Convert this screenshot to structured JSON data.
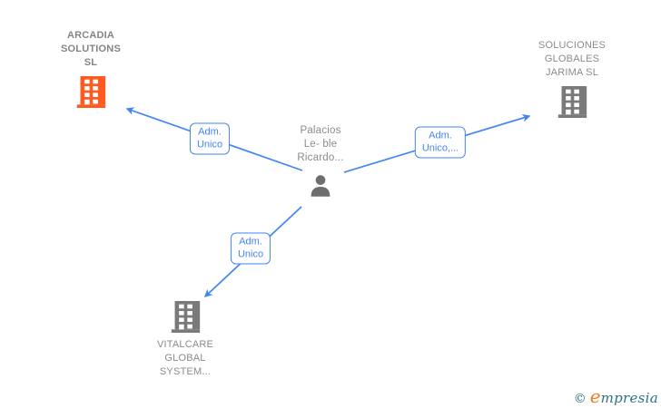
{
  "diagram": {
    "person": {
      "name": "Palacios\nLe- ble\nRicardo..."
    },
    "companies": [
      {
        "id": "arcadia",
        "name": "ARCADIA\nSOLUTIONS\nSL",
        "icon_color": "#ff5a1f"
      },
      {
        "id": "soluciones",
        "name": "SOLUCIONES\nGLOBALES\nJARIMA SL",
        "icon_color": "#7a7a7a"
      },
      {
        "id": "vitalcare",
        "name": "VITALCARE\nGLOBAL\nSYSTEM...",
        "icon_color": "#7a7a7a"
      }
    ],
    "edges": [
      {
        "from": "person",
        "to": "arcadia",
        "label": "Adm.\nUnico"
      },
      {
        "from": "person",
        "to": "soluciones",
        "label": "Adm.\nUnico,..."
      },
      {
        "from": "person",
        "to": "vitalcare",
        "label": "Adm.\nUnico"
      }
    ]
  },
  "colors": {
    "edge_blue": "#4285f4",
    "node_text": "#8b8b8b",
    "person_icon": "#6e6e6e",
    "building_orange": "#ff5a1f",
    "building_gray": "#7a7a7a",
    "logo_teal": "#2b7183",
    "logo_orange": "#ee7d21"
  },
  "watermark": {
    "copyright": "©",
    "brand_initial": "e",
    "brand_rest": "mpresia"
  }
}
